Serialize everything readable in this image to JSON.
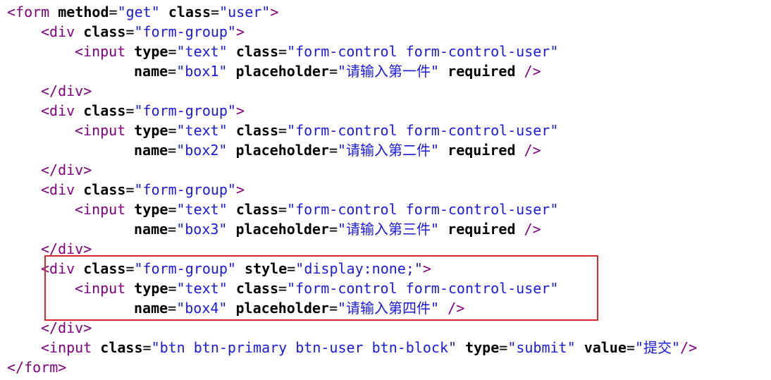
{
  "lines": [
    {
      "indent": 0,
      "tokens": [
        [
          "tag",
          "<form"
        ],
        [
          "plain",
          " "
        ],
        [
          "attr",
          "method"
        ],
        [
          "punct",
          "="
        ],
        [
          "val",
          "\"get\""
        ],
        [
          "plain",
          " "
        ],
        [
          "attr",
          "class"
        ],
        [
          "punct",
          "="
        ],
        [
          "val",
          "\"user\""
        ],
        [
          "tag",
          ">"
        ]
      ]
    },
    {
      "indent": 1,
      "tokens": [
        [
          "tag",
          "<div"
        ],
        [
          "plain",
          " "
        ],
        [
          "attr",
          "class"
        ],
        [
          "punct",
          "="
        ],
        [
          "val",
          "\"form-group\""
        ],
        [
          "tag",
          ">"
        ]
      ]
    },
    {
      "indent": 2,
      "tokens": [
        [
          "tag",
          "<input"
        ],
        [
          "plain",
          " "
        ],
        [
          "attr",
          "type"
        ],
        [
          "punct",
          "="
        ],
        [
          "val",
          "\"text\""
        ],
        [
          "plain",
          " "
        ],
        [
          "attr",
          "class"
        ],
        [
          "punct",
          "="
        ],
        [
          "val",
          "\"form-control form-control-user\""
        ]
      ]
    },
    {
      "indent": 3,
      "tokens": [
        [
          "attr",
          "name"
        ],
        [
          "punct",
          "="
        ],
        [
          "val",
          "\"box1\""
        ],
        [
          "plain",
          " "
        ],
        [
          "attr",
          "placeholder"
        ],
        [
          "punct",
          "="
        ],
        [
          "val",
          "\"请输入第一件\""
        ],
        [
          "plain",
          " "
        ],
        [
          "attr",
          "required"
        ],
        [
          "plain",
          " "
        ],
        [
          "tag",
          "/>"
        ]
      ]
    },
    {
      "indent": 1,
      "tokens": [
        [
          "tag",
          "</div>"
        ]
      ]
    },
    {
      "indent": 1,
      "tokens": [
        [
          "tag",
          "<div"
        ],
        [
          "plain",
          " "
        ],
        [
          "attr",
          "class"
        ],
        [
          "punct",
          "="
        ],
        [
          "val",
          "\"form-group\""
        ],
        [
          "tag",
          ">"
        ]
      ]
    },
    {
      "indent": 2,
      "tokens": [
        [
          "tag",
          "<input"
        ],
        [
          "plain",
          " "
        ],
        [
          "attr",
          "type"
        ],
        [
          "punct",
          "="
        ],
        [
          "val",
          "\"text\""
        ],
        [
          "plain",
          " "
        ],
        [
          "attr",
          "class"
        ],
        [
          "punct",
          "="
        ],
        [
          "val",
          "\"form-control form-control-user\""
        ]
      ]
    },
    {
      "indent": 3,
      "tokens": [
        [
          "attr",
          "name"
        ],
        [
          "punct",
          "="
        ],
        [
          "val",
          "\"box2\""
        ],
        [
          "plain",
          " "
        ],
        [
          "attr",
          "placeholder"
        ],
        [
          "punct",
          "="
        ],
        [
          "val",
          "\"请输入第二件\""
        ],
        [
          "plain",
          " "
        ],
        [
          "attr",
          "required"
        ],
        [
          "plain",
          " "
        ],
        [
          "tag",
          "/>"
        ]
      ]
    },
    {
      "indent": 1,
      "tokens": [
        [
          "tag",
          "</div>"
        ]
      ]
    },
    {
      "indent": 1,
      "tokens": [
        [
          "tag",
          "<div"
        ],
        [
          "plain",
          " "
        ],
        [
          "attr",
          "class"
        ],
        [
          "punct",
          "="
        ],
        [
          "val",
          "\"form-group\""
        ],
        [
          "tag",
          ">"
        ]
      ]
    },
    {
      "indent": 2,
      "tokens": [
        [
          "tag",
          "<input"
        ],
        [
          "plain",
          " "
        ],
        [
          "attr",
          "type"
        ],
        [
          "punct",
          "="
        ],
        [
          "val",
          "\"text\""
        ],
        [
          "plain",
          " "
        ],
        [
          "attr",
          "class"
        ],
        [
          "punct",
          "="
        ],
        [
          "val",
          "\"form-control form-control-user\""
        ]
      ]
    },
    {
      "indent": 3,
      "tokens": [
        [
          "attr",
          "name"
        ],
        [
          "punct",
          "="
        ],
        [
          "val",
          "\"box3\""
        ],
        [
          "plain",
          " "
        ],
        [
          "attr",
          "placeholder"
        ],
        [
          "punct",
          "="
        ],
        [
          "val",
          "\"请输入第三件\""
        ],
        [
          "plain",
          " "
        ],
        [
          "attr",
          "required"
        ],
        [
          "plain",
          " "
        ],
        [
          "tag",
          "/>"
        ]
      ]
    },
    {
      "indent": 1,
      "tokens": [
        [
          "tag",
          "</div>"
        ]
      ]
    },
    {
      "indent": 1,
      "tokens": [
        [
          "tag",
          "<div"
        ],
        [
          "plain",
          " "
        ],
        [
          "attr",
          "class"
        ],
        [
          "punct",
          "="
        ],
        [
          "val",
          "\"form-group\""
        ],
        [
          "plain",
          " "
        ],
        [
          "attr",
          "style"
        ],
        [
          "punct",
          "="
        ],
        [
          "val",
          "\"display:none;\""
        ],
        [
          "tag",
          ">"
        ]
      ]
    },
    {
      "indent": 2,
      "tokens": [
        [
          "tag",
          "<input"
        ],
        [
          "plain",
          " "
        ],
        [
          "attr",
          "type"
        ],
        [
          "punct",
          "="
        ],
        [
          "val",
          "\"text\""
        ],
        [
          "plain",
          " "
        ],
        [
          "attr",
          "class"
        ],
        [
          "punct",
          "="
        ],
        [
          "val",
          "\"form-control form-control-user\""
        ]
      ]
    },
    {
      "indent": 3,
      "tokens": [
        [
          "attr",
          "name"
        ],
        [
          "punct",
          "="
        ],
        [
          "val",
          "\"box4\""
        ],
        [
          "plain",
          " "
        ],
        [
          "attr",
          "placeholder"
        ],
        [
          "punct",
          "="
        ],
        [
          "val",
          "\"请输入第四件\""
        ],
        [
          "plain",
          " "
        ],
        [
          "tag",
          "/>"
        ]
      ]
    },
    {
      "indent": 1,
      "tokens": [
        [
          "tag",
          "</div>"
        ]
      ]
    },
    {
      "indent": 1,
      "tokens": [
        [
          "tag",
          "<input"
        ],
        [
          "plain",
          " "
        ],
        [
          "attr",
          "class"
        ],
        [
          "punct",
          "="
        ],
        [
          "val",
          "\"btn btn-primary btn-user btn-block\""
        ],
        [
          "plain",
          " "
        ],
        [
          "attr",
          "type"
        ],
        [
          "punct",
          "="
        ],
        [
          "val",
          "\"submit\""
        ],
        [
          "plain",
          " "
        ],
        [
          "attr",
          "value"
        ],
        [
          "punct",
          "="
        ],
        [
          "val",
          "\"提交\""
        ],
        [
          "tag",
          "/>"
        ]
      ]
    },
    {
      "indent": 0,
      "tokens": [
        [
          "tag",
          "</form>"
        ]
      ]
    }
  ],
  "highlight": {
    "color": "#d42a2a",
    "covers_lines": [
      14,
      16
    ]
  }
}
